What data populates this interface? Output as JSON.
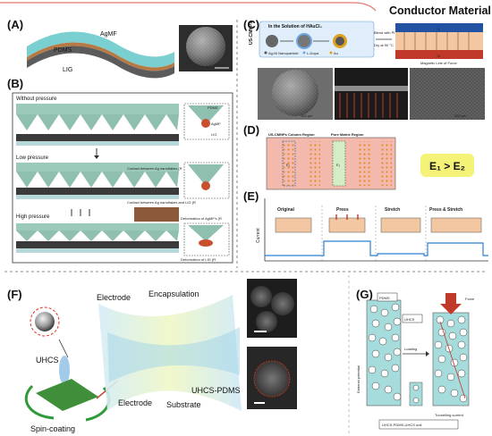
{
  "header": {
    "title": "Conductor Material"
  },
  "panel_a": {
    "label": "(A)",
    "layers": [
      "AgMF",
      "PDMS",
      "LIG"
    ],
    "scale": "1 μm"
  },
  "panel_b": {
    "label": "(B)",
    "states": [
      "Without pressure",
      "Low pressure",
      "High pressure"
    ],
    "layer_tags": [
      "PDMS",
      "AgMF",
      "LIG"
    ],
    "contacts": [
      "Contact between Ag nanoflakes (R",
      "Contact between Ag nanoflakes and LIG (R",
      "Deformation of AgMF's (R",
      "Deformation of LIG (R"
    ]
  },
  "panel_c": {
    "label": "(C)",
    "section_title": "US-CMNPs",
    "solution_title": "In the Solution of HAuCl₄",
    "blend": "Blend with PI",
    "dry": "Dry at 90 °C",
    "legend": [
      "Ag-Ni Nanoparticle",
      "L-Dopa",
      "Au"
    ],
    "magnet_label": "Magnetic Line of Force",
    "scales": [
      "100 μm",
      "50 μm",
      "100 μm"
    ]
  },
  "panel_d": {
    "label": "(D)",
    "column_region": "US-CMNPs Column Region",
    "matrix_region": "Pure Matrix Region",
    "formula": "E₁ > E₂",
    "e1": "E₁",
    "e2": "E₂"
  },
  "panel_e": {
    "label": "(E)",
    "states": [
      "Original",
      "Press",
      "Stretch",
      "Press & Stretch"
    ],
    "ylabel": "Current"
  },
  "panel_f": {
    "label": "(F)",
    "labels": {
      "uhcs": "UHCS",
      "electrode_top": "Electrode",
      "encapsulation": "Encapsulation",
      "spin": "Spin-coating",
      "electrode_bottom": "Electrode",
      "substrate": "Substrate",
      "uhcs_pdms": "UHCS-PDMS"
    }
  },
  "panel_g": {
    "label": "(G)",
    "pdms": "PDMS",
    "uhcs": "UHCS",
    "force": "Force",
    "loading": "Loading",
    "external": "External potential",
    "tunnelling": "Tunnelling current",
    "unit": "UHCS-PDMS-UHCS unit"
  },
  "colors": {
    "teal": "#7ecfcf",
    "silver": "#9ea3a6",
    "red": "#c43a3a",
    "accent_yellow": "#f4f277"
  }
}
